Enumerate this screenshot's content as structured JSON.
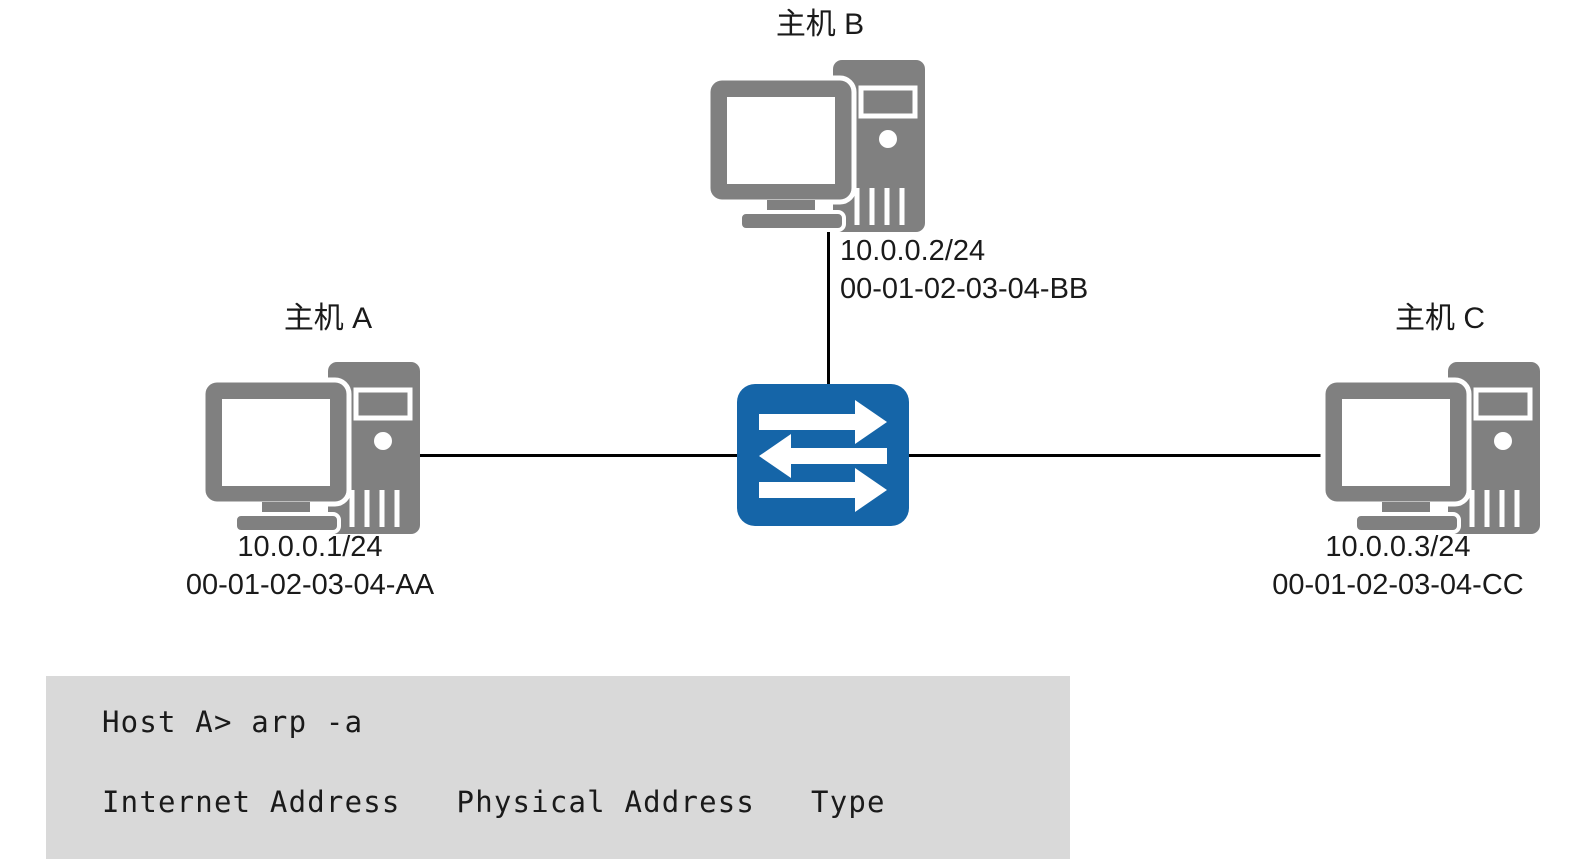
{
  "diagram": {
    "type": "network-topology",
    "background_color": "#ffffff",
    "device_color": "#808080",
    "switch_color": "#1565a8",
    "link_color": "#000000",
    "nodes": [
      {
        "id": "host-a",
        "title": "主机 A",
        "ip": "10.0.0.1/24",
        "mac": "00-01-02-03-04-AA",
        "icon": "desktop-computer-icon"
      },
      {
        "id": "host-b",
        "title": "主机 B",
        "ip": "10.0.0.2/24",
        "mac": "00-01-02-03-04-BB",
        "icon": "desktop-computer-icon"
      },
      {
        "id": "host-c",
        "title": "主机 C",
        "ip": "10.0.0.3/24",
        "mac": "00-01-02-03-04-CC",
        "icon": "desktop-computer-icon"
      },
      {
        "id": "switch",
        "title": "",
        "icon": "network-switch-icon"
      }
    ],
    "links": [
      {
        "from": "host-a",
        "to": "switch"
      },
      {
        "from": "host-b",
        "to": "switch"
      },
      {
        "from": "host-c",
        "to": "switch"
      }
    ]
  },
  "terminal": {
    "background_color": "#d9d9d9",
    "prompt_line": "Host A> arp -a",
    "blank_line": "",
    "header_line": "Internet Address   Physical Address   Type"
  }
}
